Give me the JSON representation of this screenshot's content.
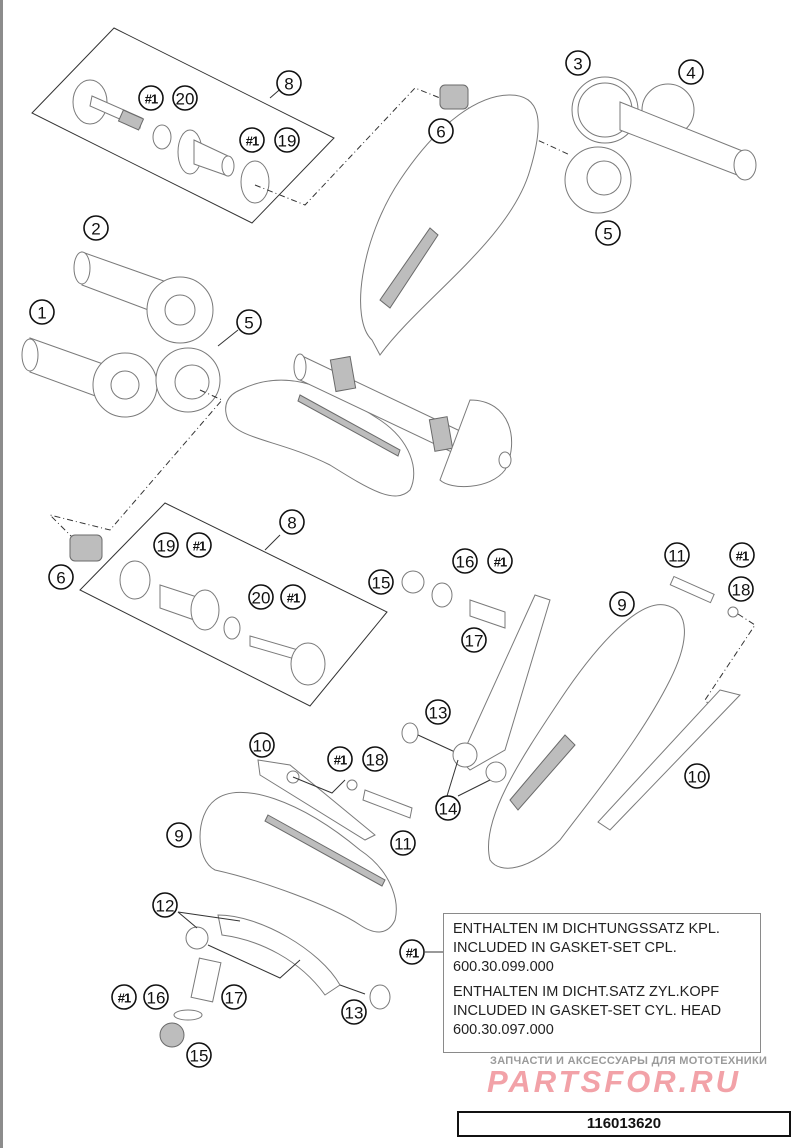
{
  "diagram": {
    "title": "Timing drive / camshaft exploded view",
    "callouts": [
      {
        "id": "c8-top",
        "label": "8"
      },
      {
        "id": "c20-top",
        "label": "20"
      },
      {
        "id": "c19-top",
        "label": "19"
      },
      {
        "id": "ref1-top-a",
        "label": "#1"
      },
      {
        "id": "ref1-top-b",
        "label": "#1"
      },
      {
        "id": "c6-top",
        "label": "6"
      },
      {
        "id": "c3",
        "label": "3"
      },
      {
        "id": "c4",
        "label": "4"
      },
      {
        "id": "c5-top",
        "label": "5"
      },
      {
        "id": "c2",
        "label": "2"
      },
      {
        "id": "c1",
        "label": "1"
      },
      {
        "id": "c5-left",
        "label": "5"
      },
      {
        "id": "c6-bottom",
        "label": "6"
      },
      {
        "id": "c8-bottom",
        "label": "8"
      },
      {
        "id": "c19-bottom",
        "label": "19"
      },
      {
        "id": "ref1-mid-a",
        "label": "#1"
      },
      {
        "id": "c20-bottom",
        "label": "20"
      },
      {
        "id": "ref1-mid-b",
        "label": "#1"
      },
      {
        "id": "c15-mid",
        "label": "15"
      },
      {
        "id": "c16-mid",
        "label": "16"
      },
      {
        "id": "ref1-mid-c",
        "label": "#1"
      },
      {
        "id": "c17-mid",
        "label": "17"
      },
      {
        "id": "c11-right",
        "label": "11"
      },
      {
        "id": "ref1-right",
        "label": "#1"
      },
      {
        "id": "c18-right",
        "label": "18"
      },
      {
        "id": "c9-right",
        "label": "9"
      },
      {
        "id": "c10-right",
        "label": "10"
      },
      {
        "id": "c13-mid",
        "label": "13"
      },
      {
        "id": "c14",
        "label": "14"
      },
      {
        "id": "c10-left",
        "label": "10"
      },
      {
        "id": "ref1-lower",
        "label": "#1"
      },
      {
        "id": "c18-lower",
        "label": "18"
      },
      {
        "id": "c11-lower",
        "label": "11"
      },
      {
        "id": "c9-left",
        "label": "9"
      },
      {
        "id": "c12",
        "label": "12"
      },
      {
        "id": "ref1-note",
        "label": "#1"
      },
      {
        "id": "ref1-bottom",
        "label": "#1"
      },
      {
        "id": "c16-bottom",
        "label": "16"
      },
      {
        "id": "c17-bottom",
        "label": "17"
      },
      {
        "id": "c13-bottom",
        "label": "13"
      },
      {
        "id": "c15-bottom",
        "label": "15"
      }
    ]
  },
  "note": {
    "lines": [
      "ENTHALTEN IM DICHTUNGSSATZ KPL.",
      "INCLUDED IN GASKET-SET CPL.",
      "600.30.099.000",
      "ENTHALTEN IM DICHT.SATZ ZYL.KOPF",
      "INCLUDED IN GASKET-SET CYL. HEAD",
      "600.30.097.000"
    ]
  },
  "watermark": {
    "subtitle": "ЗАПЧАСТИ И АКСЕССУАРЫ ДЛЯ МОТОТЕХНИКИ",
    "brand": "PARTSFOR.RU"
  },
  "document_number": "116013620"
}
